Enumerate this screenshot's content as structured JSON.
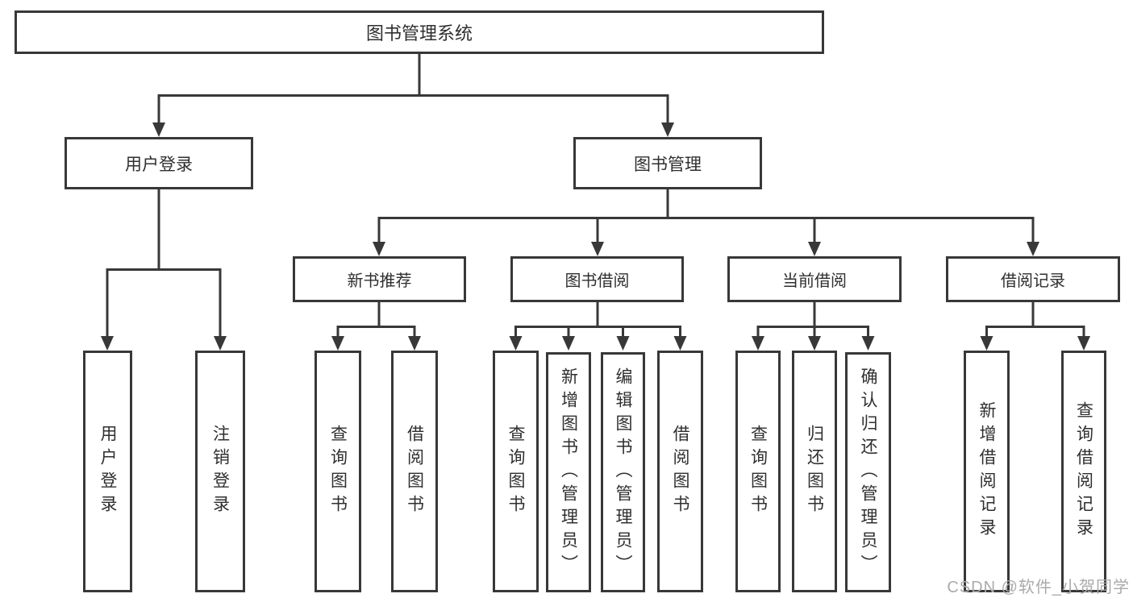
{
  "diagram": {
    "type": "hierarchy-tree",
    "root": "图书管理系统",
    "children": [
      {
        "label": "用户登录",
        "children": [
          {
            "label": "用户登录"
          },
          {
            "label": "注销登录"
          }
        ]
      },
      {
        "label": "图书管理",
        "children": [
          {
            "label": "新书推荐",
            "children": [
              {
                "label": "查询图书"
              },
              {
                "label": "借阅图书"
              }
            ]
          },
          {
            "label": "图书借阅",
            "children": [
              {
                "label": "查询图书"
              },
              {
                "label": "新增图书（管理员）"
              },
              {
                "label": "编辑图书（管理员）"
              },
              {
                "label": "借阅图书"
              }
            ]
          },
          {
            "label": "当前借阅",
            "children": [
              {
                "label": "查询图书"
              },
              {
                "label": "归还图书"
              },
              {
                "label": "确认归还（管理员）"
              }
            ]
          },
          {
            "label": "借阅记录",
            "children": [
              {
                "label": "新增借阅记录"
              },
              {
                "label": "查询借阅记录"
              }
            ]
          }
        ]
      }
    ]
  },
  "watermark": "CSDN @软件_小贺同学",
  "colors": {
    "line": "#383838",
    "box_border": "#383838",
    "text": "#2f2f2f",
    "background": "#ffffff",
    "watermark": "#aaaaaa"
  }
}
